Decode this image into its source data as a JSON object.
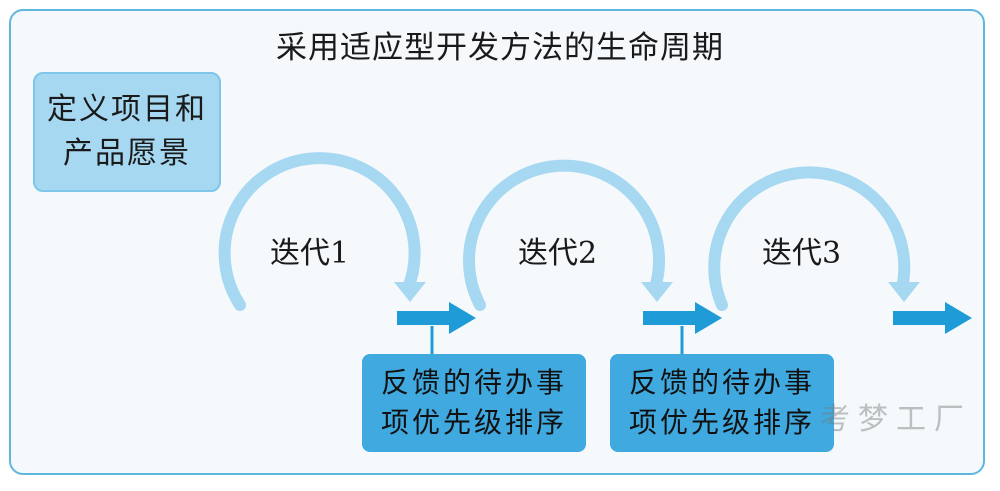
{
  "title": "采用适应型开发方法的生命周期",
  "vision_box": "定义项目和\n产品愿景",
  "iterations": [
    {
      "label": "迭代1"
    },
    {
      "label": "迭代2"
    },
    {
      "label": "迭代3"
    }
  ],
  "feedback_boxes": [
    {
      "text": "反馈的待办事\n项优先级排序"
    },
    {
      "text": "反馈的待办事\n项优先级排序"
    }
  ],
  "watermark": "考梦工厂",
  "colors": {
    "loop_arrow": "#a7d8f2",
    "flow_arrow": "#1f9bd8",
    "feedback_fill": "#3fa9e0",
    "frame_border": "#5fb7e0"
  }
}
